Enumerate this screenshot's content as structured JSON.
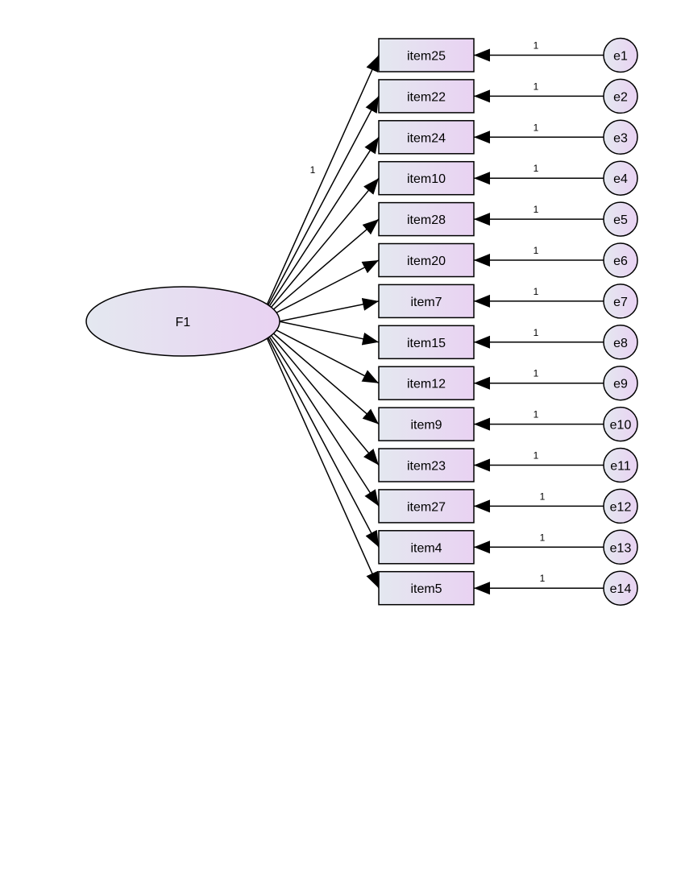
{
  "diagram": {
    "latent": {
      "label": "F1"
    },
    "indicators": [
      {
        "label": "item25",
        "error": "e1",
        "error_weight": "1"
      },
      {
        "label": "item22",
        "error": "e2",
        "error_weight": "1"
      },
      {
        "label": "item24",
        "error": "e3",
        "error_weight": "1"
      },
      {
        "label": "item10",
        "error": "e4",
        "error_weight": "1"
      },
      {
        "label": "item28",
        "error": "e5",
        "error_weight": "1"
      },
      {
        "label": "item20",
        "error": "e6",
        "error_weight": "1"
      },
      {
        "label": "item7",
        "error": "e7",
        "error_weight": "1"
      },
      {
        "label": "item15",
        "error": "e8",
        "error_weight": "1"
      },
      {
        "label": "item12",
        "error": "e9",
        "error_weight": "1"
      },
      {
        "label": "item9",
        "error": "e10",
        "error_weight": "1"
      },
      {
        "label": "item23",
        "error": "e11",
        "error_weight": "1"
      },
      {
        "label": "item27",
        "error": "e12",
        "error_weight": "1"
      },
      {
        "label": "item4",
        "error": "e13",
        "error_weight": "1"
      },
      {
        "label": "item5",
        "error": "e14",
        "error_weight": "1"
      }
    ],
    "fixed_loading_label": "1",
    "colors": {
      "fill_light": "#e4e8f0",
      "fill_dark": "#e9d2f2",
      "stroke": "#000000"
    }
  }
}
